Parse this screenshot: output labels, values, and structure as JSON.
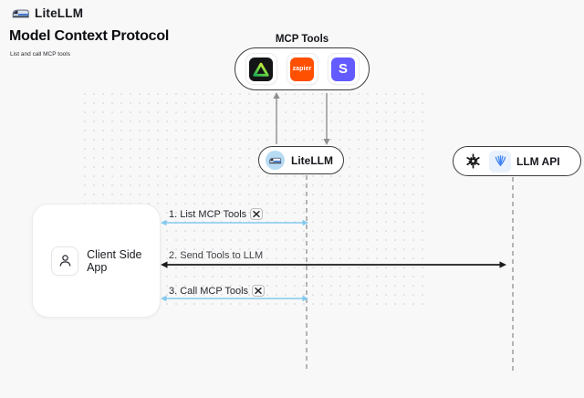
{
  "header": {
    "brand": "LiteLLM",
    "title": "Model Context Protocol",
    "subtitle": "List and call MCP tools"
  },
  "mcp": {
    "label": "MCP Tools",
    "tools": [
      {
        "name": "triangle-tool",
        "text": ""
      },
      {
        "name": "zapier",
        "text": "zapier"
      },
      {
        "name": "stripe",
        "text": "S"
      }
    ]
  },
  "nodes": {
    "litellm": {
      "label": "LiteLLM"
    },
    "llm_api": {
      "label": "LLM API"
    },
    "client": {
      "label": "Client Side App"
    }
  },
  "flows": [
    {
      "label": "1. List MCP Tools",
      "arrow_color": "#85c9ef",
      "has_tools_icon": true,
      "from": "client",
      "to": "litellm"
    },
    {
      "label": "2. Send Tools to LLM",
      "arrow_color": "#1b1b1b",
      "has_tools_icon": false,
      "from": "client",
      "to": "llm_api"
    },
    {
      "label": "3. Call MCP Tools",
      "arrow_color": "#85c9ef",
      "has_tools_icon": true,
      "from": "client",
      "to": "litellm"
    }
  ],
  "icons": {
    "brand": "train-icon",
    "litellm_node": "train-icon",
    "client": "person-icon",
    "llm_api": [
      "openai-icon",
      "provider-fan-icon"
    ],
    "flow_tool": "crossed-tools-icon"
  },
  "colors": {
    "background": "#f8f8f8",
    "node_border": "#3d3d3d",
    "flow_blue": "#85c9ef",
    "flow_black": "#1b1b1b",
    "lifeline_gray": "#a3a3a3",
    "vertical_arrow_gray": "#8f8f8f",
    "zapier_orange": "#ff4f00",
    "stripe_purple": "#635bff",
    "tool_tile_black": "#141517",
    "litellm_icon_bg": "#b7dbf3"
  }
}
